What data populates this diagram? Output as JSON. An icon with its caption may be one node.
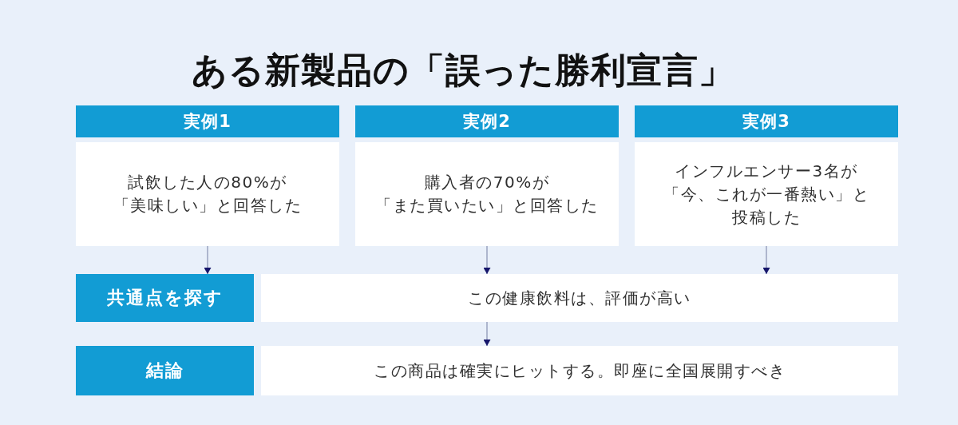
{
  "diagram": {
    "title": "ある新製品の「誤った勝利宣言」",
    "nodes": [
      {
        "text": [
          "実例1",
          "試飲した人の80%が「美味しい」と回答した"
        ]
      },
      {
        "text": [
          "実例2",
          "購入者の70%が「また買いたい」と回答した"
        ]
      },
      {
        "text": [
          "実例3",
          "インフルエンサー3名が「今、これが一番熱い」と投稿した"
        ]
      },
      {
        "text": [
          "共通点を探す"
        ]
      },
      {
        "text": [
          "この健康飲料は、評価が高い"
        ]
      },
      {
        "text": [
          "結論"
        ]
      },
      {
        "text": [
          "この商品は確実にヒットする。即座に全国展開すべき"
        ]
      }
    ],
    "edges": [
      {
        "from": 0,
        "to": 3,
        "arrow": "to"
      },
      {
        "from": 1,
        "to": 4,
        "arrow": "to"
      },
      {
        "from": 2,
        "to": 4,
        "arrow": "to"
      },
      {
        "from": 4,
        "to": 6,
        "arrow": "to"
      }
    ]
  }
}
